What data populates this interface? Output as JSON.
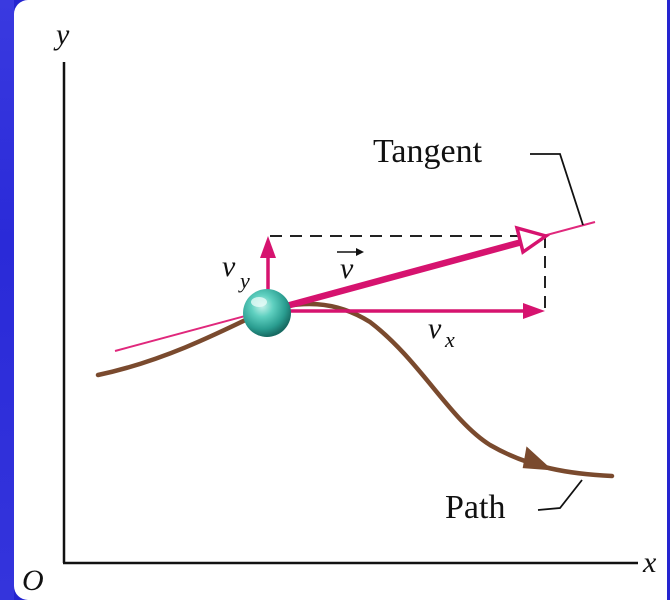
{
  "axes": {
    "x_label": "x",
    "y_label": "y",
    "origin_label": "O"
  },
  "labels": {
    "tangent": "Tangent",
    "path": "Path",
    "v_vector": "v",
    "vx_main": "v",
    "vx_sub": "x",
    "vy_main": "v",
    "vy_sub": "y"
  },
  "colors": {
    "background_frame": "#2525d0",
    "panel": "#ffffff",
    "axis": "#111111",
    "path": "#7a4a2e",
    "vector": "#d6136f",
    "tangent": "#e0287c",
    "particle": "#3fb7a8",
    "dashed": "#222222"
  }
}
